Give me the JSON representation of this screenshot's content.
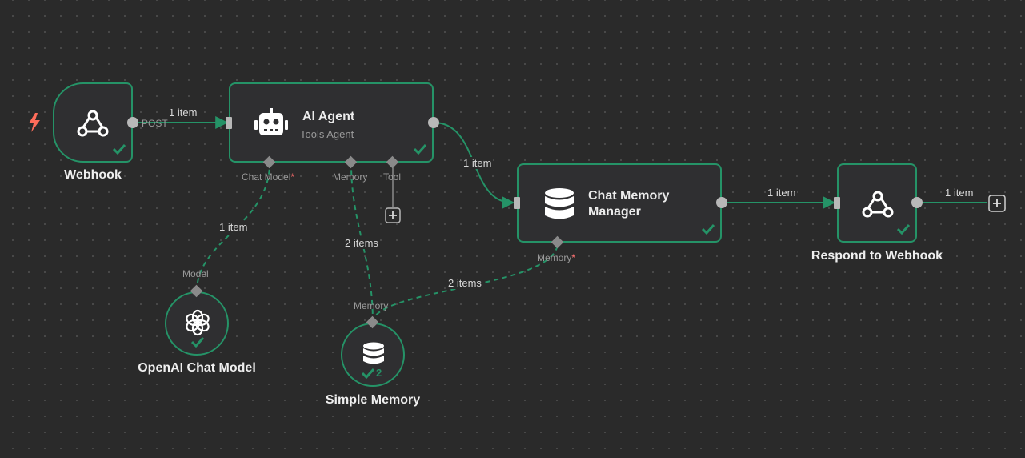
{
  "nodes": {
    "webhook": {
      "label": "Webhook",
      "output_port_label": "POST"
    },
    "ai_agent": {
      "title": "AI Agent",
      "subtitle": "Tools Agent",
      "ports": {
        "chat_model": "Chat Model",
        "memory": "Memory",
        "tool": "Tool",
        "required_marker": "*"
      }
    },
    "chat_memory_manager": {
      "title_line1": "Chat Memory",
      "title_line2": "Manager",
      "ports": {
        "memory": "Memory",
        "required_marker": "*"
      }
    },
    "respond_to_webhook": {
      "label": "Respond to Webhook"
    },
    "openai_chat_model": {
      "label": "OpenAI Chat Model",
      "port_label": "Model"
    },
    "simple_memory": {
      "label": "Simple Memory",
      "port_label": "Memory",
      "run_count": "2"
    }
  },
  "edges": {
    "webhook_to_agent": "1 item",
    "agent_to_manager": "1 item",
    "manager_to_respond": "1 item",
    "respond_out": "1 item",
    "model_to_agent": "1 item",
    "memory_to_agent": "2 items",
    "memory_to_manager": "2 items"
  },
  "colors": {
    "success": "#259367",
    "trigger": "#ff6d5a",
    "required": "#ff6d6d"
  },
  "icons": {
    "trigger": "lightning-bolt-icon",
    "webhook": "webhook-icon",
    "agent": "robot-icon",
    "memory": "database-icon",
    "openai": "openai-icon",
    "add": "plus-square-icon",
    "success": "checkmark-icon"
  }
}
